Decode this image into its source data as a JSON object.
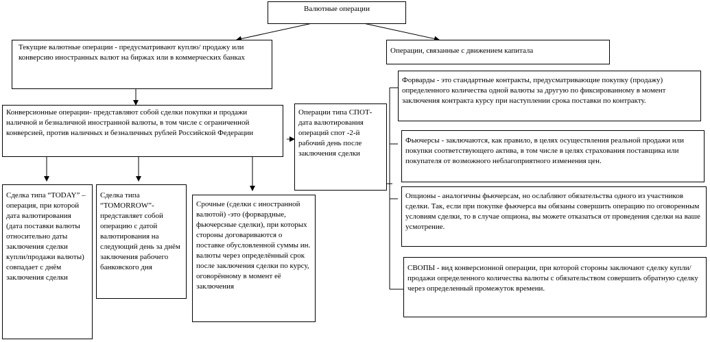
{
  "nodes": {
    "root": "Валютные  операции",
    "current_ops": "Текущие валютные  операции - предусматривают куплю/ продажу или конверсию иностранных  валют на биржах или в коммерческих банках",
    "capital_ops": "Операции, связанные  с движением капитала",
    "conversion_ops": "Конверсионные операции- представляют  собой сделки  покупки и продажи наличной и безналичной иностранной валюты, в том числе с ограниченной конверсией, против наличных  и безналичных рублей Российской Федерации",
    "spot": "Операции типа СПОТ-дата валютирования операций спот -2-й рабочий день после заключения сделки",
    "today": "Сделка  типа “TODAY”  – операция, при которой дата валютирования (дата поставки валюты относительно даты заключения сделки купли/продажи валюты) совпадает с днём заключения сделки",
    "tomorrow": "Сделка  типа “TOMORROW”-представляет  собой операцию с датой валютирования на следующий день за днём заключения рабочего банковского дня",
    "forward_ops": "Срочные (сделки  с иностранной валютой) -это (форвардные, фьючерсные сделки),  при которых стороны договариваются  о поставке  обусловленной суммы ин. валюты через определённый срок после заключения сделки по курсу, оговорённому в момент её заключения",
    "forwards": "Форварды - это стандартные  контракты, предусматривающие покупку (продажу) определенного количества  одной валюты за другую по фиксированному в момент заключения контракта  курсу при наступлении срока поставки по контракту.",
    "futures": "Фьючерсы - заключаются,  как  правило,  в  целях   осуществления реальной продажи или покупки соответствующего  актива, в том  числе  в целях страхования  поставщика  или  покупателя   от возможного неблагоприятного  изменения цен.",
    "options": "Опционы - аналогичны фьючерсам, но ослабляют обязательства  одного из участников сделки. Так, если при покупке фьючерса вы обязаны совершить операцию по оговоренным условиям сделки, то в случае опциона, вы можете отказаться  от проведения сделки на ваше усмотрение.",
    "swaps": "СВОПЫ  - вид конверсионной операции, при которой стороны заключают сделку купли/продажи определенного  количества валюты с обязательством  совершить обратную сделку через определенный промежуток времени."
  }
}
